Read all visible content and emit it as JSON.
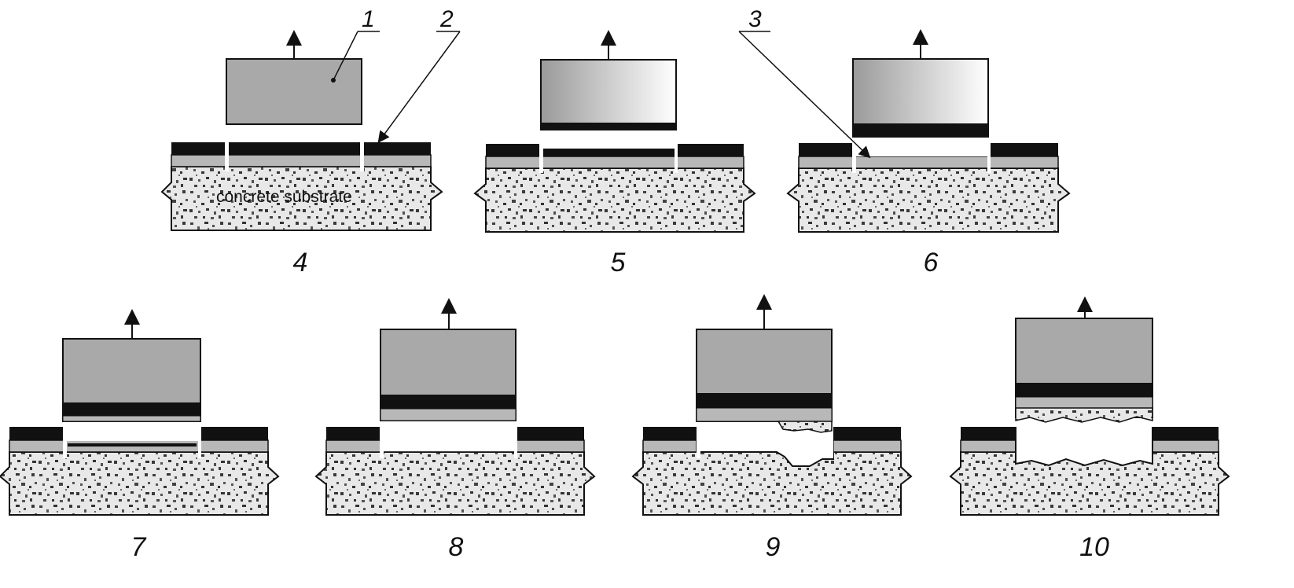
{
  "callouts": {
    "c1": "1",
    "c2": "2",
    "c3": "3"
  },
  "substrate_label": "concrete substrate",
  "panels": [
    {
      "label": "4"
    },
    {
      "label": "5"
    },
    {
      "label": "6"
    },
    {
      "label": "7"
    },
    {
      "label": "8"
    },
    {
      "label": "9"
    },
    {
      "label": "10"
    }
  ],
  "colors": {
    "dolly": "#a9a9a9",
    "coating_top": "#111111",
    "coating_mid": "#b8b8b8",
    "concrete": "#e8e8e8",
    "concrete_speckle": "#404040",
    "outline": "#111111"
  }
}
